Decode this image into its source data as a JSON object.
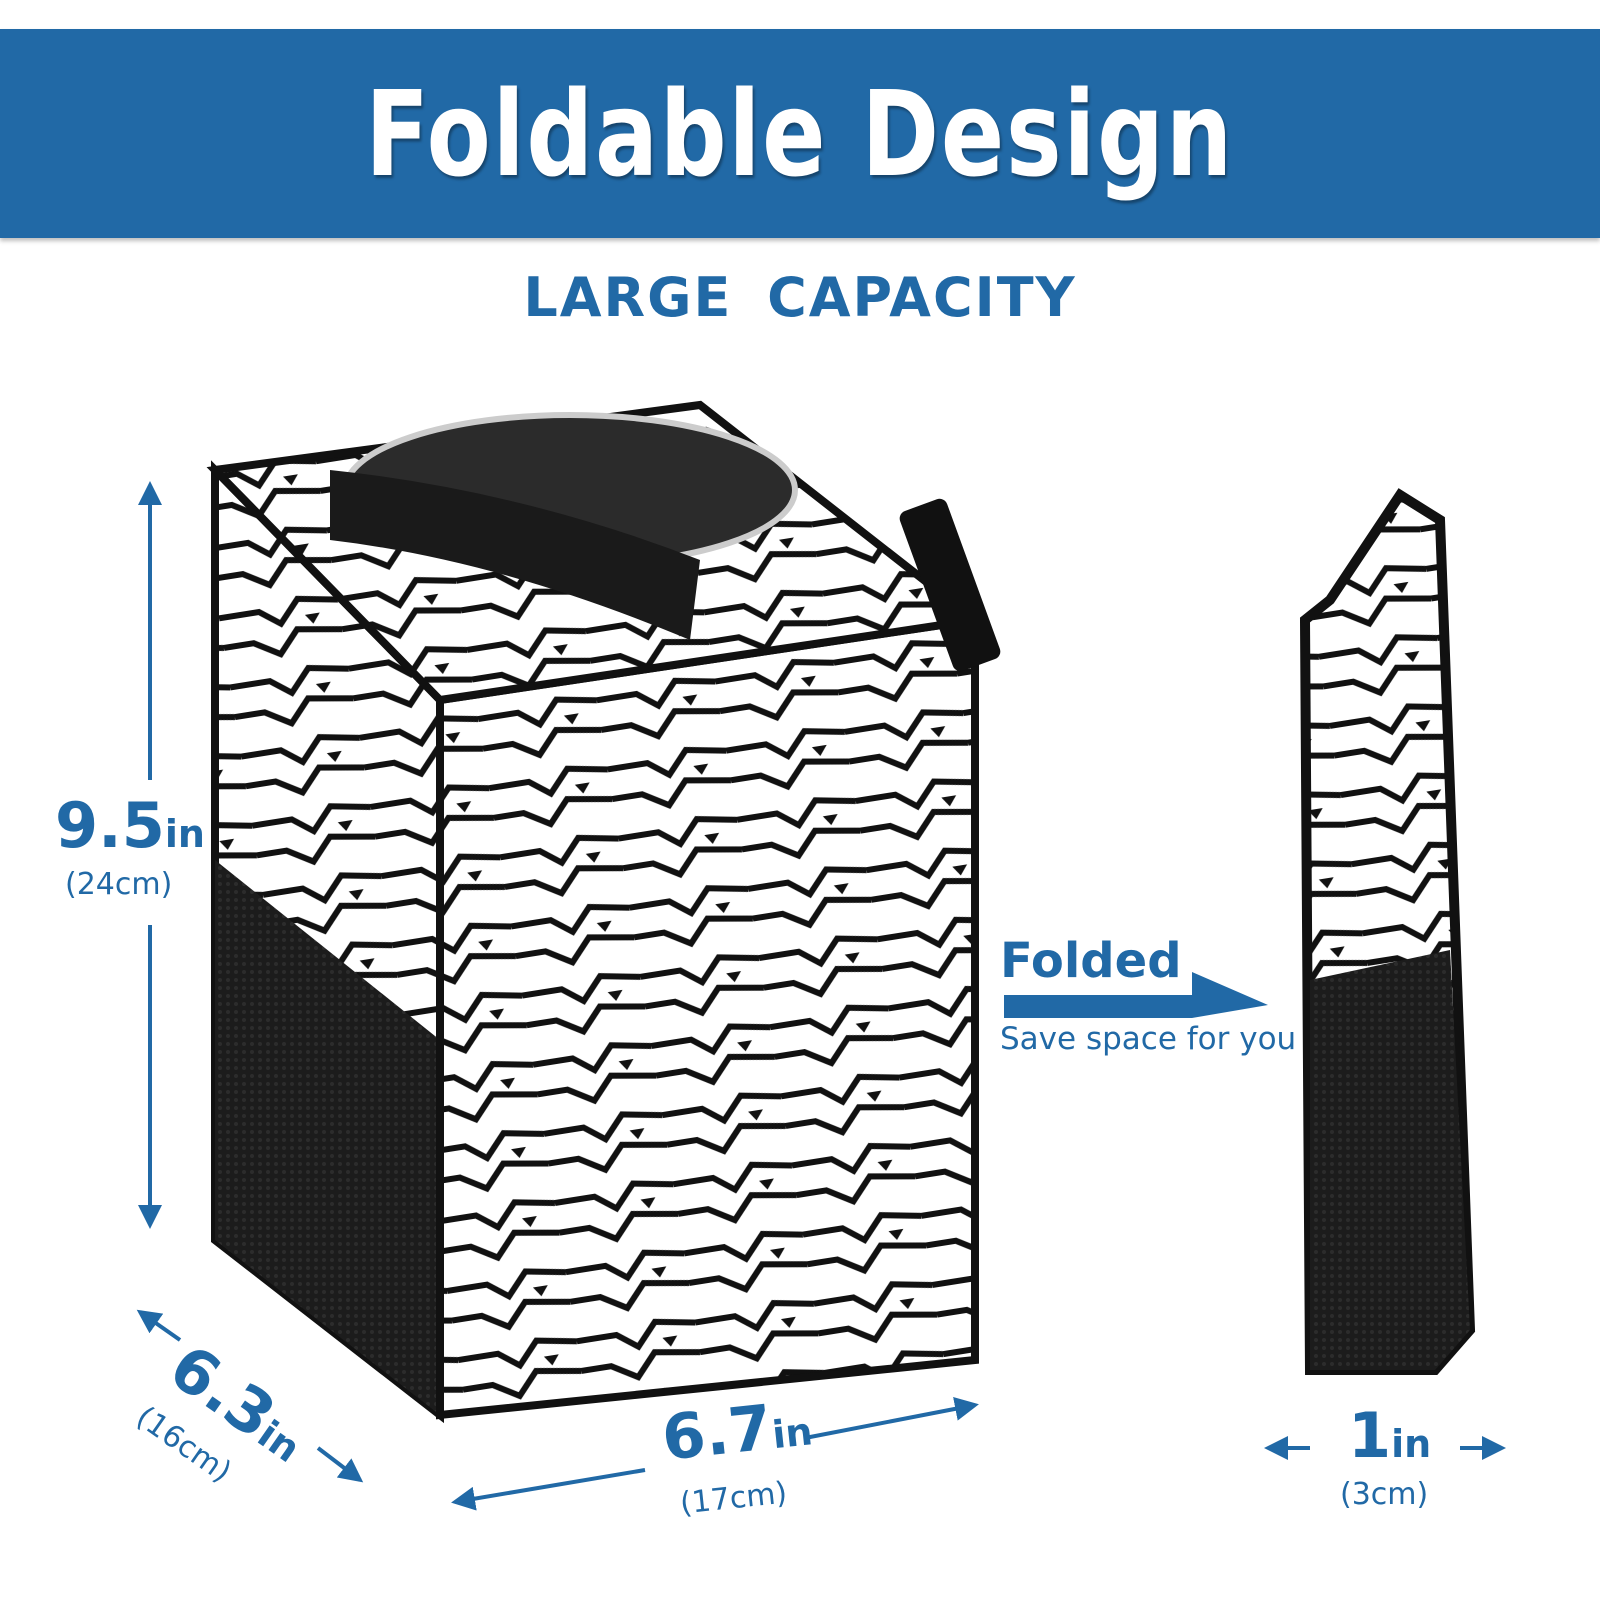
{
  "banner": {
    "title": "Foldable Design"
  },
  "subtitle": "LARGE CAPACITY",
  "folded": {
    "label": "Folded",
    "caption": "Save space for you"
  },
  "dimensions": {
    "height": {
      "value": "9.5",
      "unit": "in",
      "metric": "(24cm)"
    },
    "depth": {
      "value": "6.3",
      "unit": "in",
      "metric": "(16cm)"
    },
    "width": {
      "value": "6.7",
      "unit": "in",
      "metric": "(17cm)"
    },
    "folded_thickness": {
      "value": "1",
      "unit": "in",
      "metric": "(3cm)"
    }
  },
  "colors": {
    "accent": "#2169a6",
    "product_dark": "#1a1a1a",
    "product_light": "#ffffff"
  }
}
